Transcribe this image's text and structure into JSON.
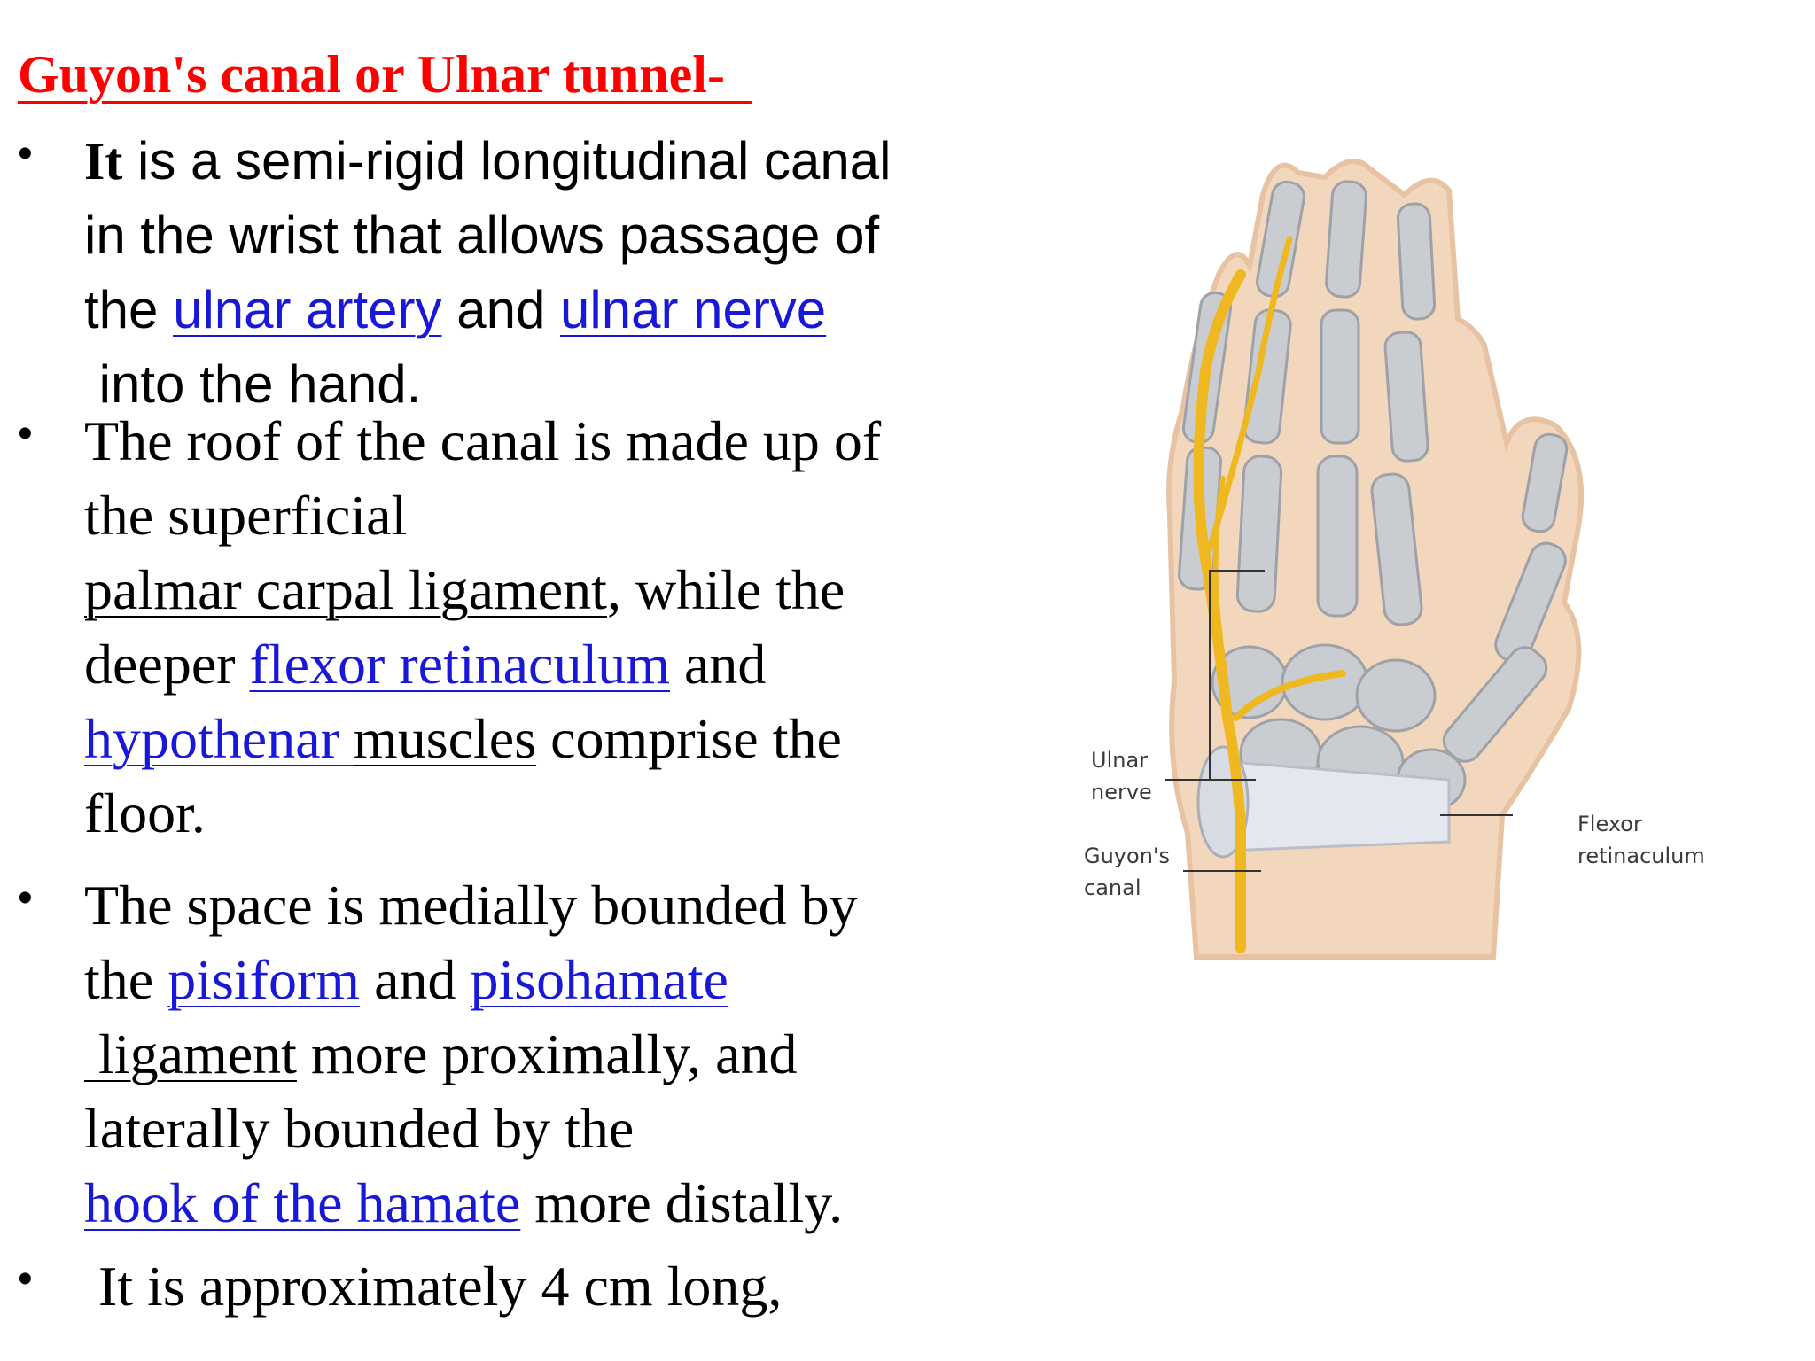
{
  "title": "Guyon's canal or Ulnar tunnel-  ",
  "bullets": [
    {
      "lines": [
        [
          {
            "t": "It",
            "s": "bold"
          },
          {
            "t": " is a semi-rigid longitudinal canal",
            "s": "plain"
          }
        ],
        [
          {
            "t": "in the wrist that allows passage of",
            "s": "plain"
          }
        ],
        [
          {
            "t": "the ",
            "s": "plain"
          },
          {
            "t": "ulnar artery",
            "s": "link"
          },
          {
            "t": " and ",
            "s": "plain"
          },
          {
            "t": "ulnar nerve",
            "s": "link"
          }
        ],
        [
          {
            "t": " into the hand.",
            "s": "plain"
          }
        ]
      ]
    },
    {
      "lines": [
        [
          {
            "t": "The roof of the canal is made up of",
            "s": "plain"
          }
        ],
        [
          {
            "t": "the superficial",
            "s": "plain"
          }
        ],
        [
          {
            "t": "palmar carpal ligament",
            "s": "underline"
          },
          {
            "t": ", while the",
            "s": "plain"
          }
        ],
        [
          {
            "t": "deeper ",
            "s": "plain"
          },
          {
            "t": "flexor retinaculum",
            "s": "link"
          },
          {
            "t": " and",
            "s": "plain"
          }
        ],
        [
          {
            "t": "hypothenar ",
            "s": "link"
          },
          {
            "t": "muscles",
            "s": "underline"
          },
          {
            "t": " comprise the",
            "s": "plain"
          }
        ],
        [
          {
            "t": "floor.",
            "s": "plain"
          }
        ]
      ]
    },
    {
      "lines": [
        [
          {
            "t": "The space is medially bounded by",
            "s": "plain"
          }
        ],
        [
          {
            "t": "the ",
            "s": "plain"
          },
          {
            "t": "pisiform",
            "s": "link"
          },
          {
            "t": " and ",
            "s": "plain"
          },
          {
            "t": "pisohamate",
            "s": "link"
          }
        ],
        [
          {
            "t": " ligament",
            "s": "underline"
          },
          {
            "t": " more proximally, and",
            "s": "plain"
          }
        ],
        [
          {
            "t": "laterally bounded by the",
            "s": "plain"
          }
        ],
        [
          {
            "t": "hook of the hamate",
            "s": "link"
          },
          {
            "t": " more distally.",
            "s": "plain"
          }
        ]
      ]
    },
    {
      "lines": [
        [
          {
            "t": " It is approximately 4 cm long,",
            "s": "plain"
          }
        ]
      ]
    }
  ],
  "figure": {
    "labels": {
      "ulnar": "Ulnar",
      "nerve": "nerve",
      "guyons": "Guyon's",
      "canal": "canal",
      "flexor": "Flexor",
      "retinaculum": "retinaculum"
    }
  },
  "colors": {
    "title": "#ff0000",
    "link": "#1a18d8",
    "skin": "#f3d7bc",
    "bone": "#c9ccd0",
    "nerve": "#f0b820"
  }
}
